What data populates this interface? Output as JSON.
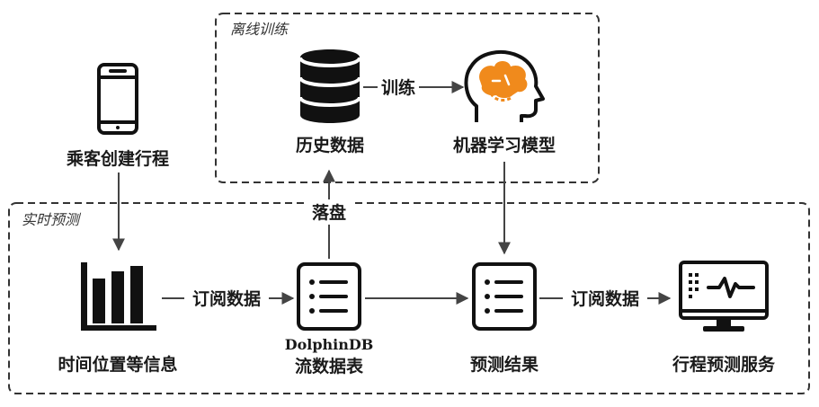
{
  "groups": {
    "offline": "离线训练",
    "realtime": "实时预测"
  },
  "nodes": {
    "passenger": "乘客创建行程",
    "history": "历史数据",
    "ml_model": "机器学习模型",
    "location": "时间位置等信息",
    "stream_table_line1": "DolphinDB",
    "stream_table_line2": "流数据表",
    "result": "预测结果",
    "service": "行程预测服务"
  },
  "edges": {
    "train": "训练",
    "persist": "落盘",
    "subscribe1": "订阅数据",
    "subscribe2": "订阅数据"
  },
  "icons": {
    "passenger": "smartphone-icon",
    "history": "database-icon",
    "ml_model": "brain-head-icon",
    "location": "bar-chart-icon",
    "stream_table": "list-icon",
    "result": "list-icon",
    "service": "monitor-pulse-icon"
  },
  "colors": {
    "ml_accent": "#f08a1c",
    "ink": "#111111"
  }
}
